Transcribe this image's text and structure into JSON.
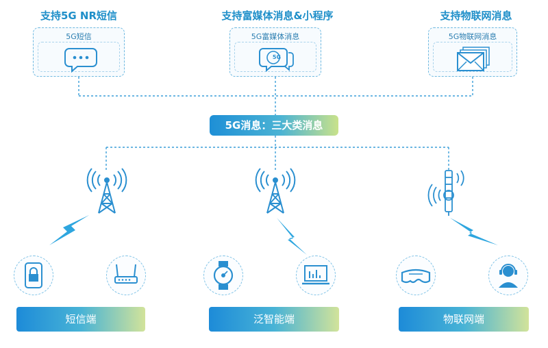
{
  "top": {
    "left": {
      "title": "支持5G NR短信",
      "box_label": "5G短信"
    },
    "center": {
      "title": "支持富媒体消息&小程序",
      "box_label": "5G富媒体消息",
      "icon_text": "5G"
    },
    "right": {
      "title": "支持物联网消息",
      "box_label": "5G物联网消息"
    }
  },
  "hub": {
    "label": "5G消息：三大类消息"
  },
  "bottom": {
    "left": {
      "label": "短信端"
    },
    "center": {
      "label": "泛智能端"
    },
    "right": {
      "label": "物联网端"
    }
  },
  "colors": {
    "accent": "#1e8fd6",
    "line": "#3a9ed8",
    "icon": "#2a8fd0",
    "lightning": "#2ea6df"
  }
}
